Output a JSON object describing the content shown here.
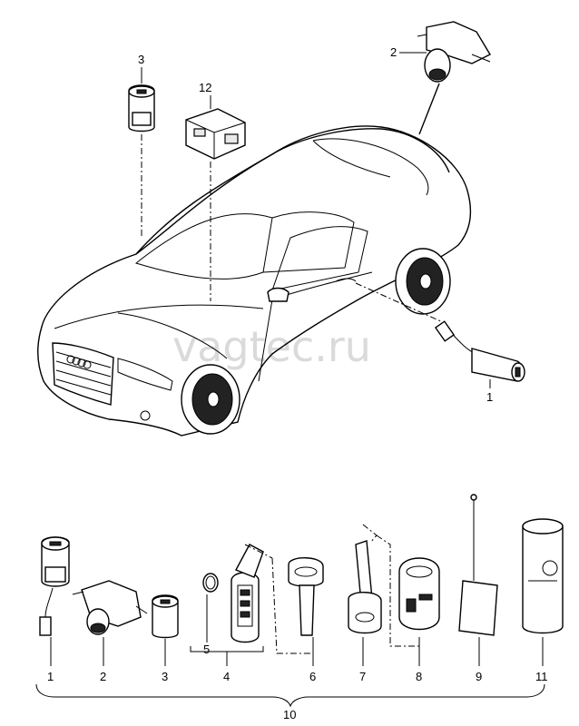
{
  "watermark": "vagtec.ru",
  "callouts": {
    "c1_car": "1",
    "c2_top": "2",
    "c3_top": "3",
    "c12": "12",
    "b1": "1",
    "b2": "2",
    "b3": "3",
    "b4": "4",
    "b5": "5",
    "b6": "6",
    "b7": "7",
    "b8": "8",
    "b9": "9",
    "b10": "10",
    "b11": "11"
  },
  "icons": [
    "car-body-icon",
    "lock-cylinder-icon",
    "ignition-lock-icon",
    "control-unit-icon",
    "remote-key-icon",
    "key-blade-icon",
    "battery-icon",
    "key-tag-icon",
    "grease-can-icon"
  ]
}
